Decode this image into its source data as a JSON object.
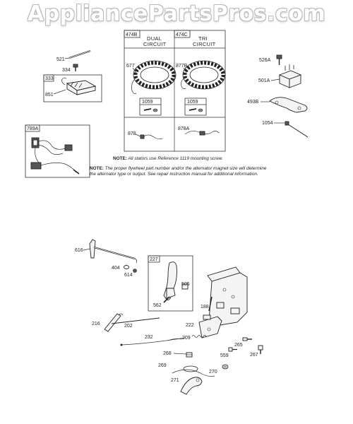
{
  "watermark": "AppliancePartsPros.com",
  "section_electrical": {
    "dual_header": {
      "ref": "474B",
      "title_line1": "DUAL",
      "title_line2": "CIRCUIT"
    },
    "tri_header": {
      "ref": "474C",
      "title_line1": "TRI",
      "title_line2": "CIRCUIT"
    },
    "labels": {
      "p521": "521",
      "p334": "334",
      "p333": "333",
      "p851": "851",
      "p789a": "789A",
      "p677": "677",
      "p1059a": "1059",
      "p878": "878",
      "p877b": "877B",
      "p1059b": "1059",
      "p878a": "878A",
      "p526a": "526A",
      "p501a": "501A",
      "p493b": "493B",
      "p1054": "1054"
    },
    "note1_label": "NOTE:",
    "note1_text": "All stators use Reference 1119  mounting screw.",
    "note2_label": "NOTE:",
    "note2_text": "The proper flywheel part number and/or the alternator magnet size will determine the alternator type or output. See repair instruction manual for additional information."
  },
  "section_controls": {
    "labels": {
      "p616": "616",
      "p404": "404",
      "p614": "614",
      "p227": "227",
      "p505": "505",
      "p562": "562",
      "p188": "188",
      "p216": "216",
      "p202": "202",
      "p222": "222",
      "p232": "232",
      "p209": "209",
      "p265": "265",
      "p267": "267",
      "p559": "559",
      "p268": "268",
      "p269": "269",
      "p270": "270",
      "p271": "271"
    }
  }
}
